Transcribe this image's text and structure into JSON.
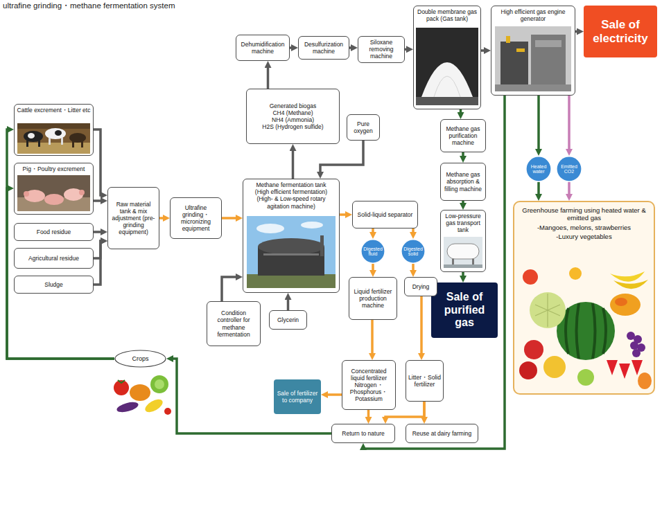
{
  "diagram": {
    "title": "ultrafine grinding・methane fermentation system",
    "nodes": [
      {
        "text": [
          "Cattle excrement・Litter etc"
        ]
      },
      {
        "text": [
          "Pig・Poultry excrement"
        ]
      },
      {
        "text": [
          "Food residue"
        ]
      },
      {
        "text": [
          "Agricultural residue"
        ]
      },
      {
        "text": [
          "Sludge"
        ]
      },
      {
        "text": [
          "Raw material tank & mix adjustment (pre-grinding equipment)"
        ]
      },
      {
        "text": [
          "Ultrafine grinding・micronizing equipment"
        ]
      },
      {
        "text": [
          "Dehumidification machine"
        ]
      },
      {
        "text": [
          "Desulfurization machine"
        ]
      },
      {
        "text": [
          "Siloxane removing machine"
        ]
      },
      {
        "text": [
          "Double membrane gas pack (Gas tank)"
        ]
      },
      {
        "text": [
          "High efficient gas engine generator"
        ]
      },
      {
        "text": [
          "Sale of electricity"
        ]
      },
      {
        "text": [
          "Generated biogas",
          "CH4 (Methane)",
          "NH4 (Ammonia)",
          "H2S (Hydrogen sulfide)"
        ]
      },
      {
        "text": [
          "Pure oxygen"
        ]
      },
      {
        "text": [
          "Methane fermentation tank",
          "(High efficient fermentation)",
          "(High- & Low-speed rotary agitation machine)"
        ]
      },
      {
        "text": [
          "Solid-liquid separator"
        ]
      },
      {
        "text": [
          "Methane gas purification machine"
        ]
      },
      {
        "text": [
          "Methane gas absorption & filling machine"
        ]
      },
      {
        "text": [
          "Low-pressure gas transport tank"
        ]
      },
      {
        "text": [
          "Sale of purified gas"
        ]
      },
      {
        "text": [
          "Digested fluid"
        ]
      },
      {
        "text": [
          "Digested solid"
        ]
      },
      {
        "text": [
          "Liquid fertilizer production machine"
        ]
      },
      {
        "text": [
          "Drying"
        ]
      },
      {
        "text": [
          "Condition controller for methane fermentation"
        ]
      },
      {
        "text": [
          "Glycerin"
        ]
      },
      {
        "text": [
          "Sale of fertilizer to company"
        ]
      },
      {
        "text": [
          "Concentrated liquid fertilizer",
          "Nitrogen・Phosphorus・Potassium"
        ]
      },
      {
        "text": [
          "Litter・Solid fertilizer"
        ]
      },
      {
        "text": [
          "Crops"
        ]
      },
      {
        "text": [
          "Return to nature"
        ]
      },
      {
        "text": [
          "Reuse at dairy farming"
        ]
      },
      {
        "text": [
          "Heated water"
        ]
      },
      {
        "text": [
          "Emitted CO2"
        ]
      },
      {
        "text": [
          "Greenhouse farming using heated water & emitted gas",
          "-Mangoes, melons, strawberries",
          "-Luxury vegetables"
        ]
      }
    ],
    "edges": [
      {
        "from": 0,
        "to": 5,
        "arrow": "to"
      },
      {
        "from": 1,
        "to": 5,
        "arrow": "to"
      },
      {
        "from": 2,
        "to": 5,
        "arrow": "to"
      },
      {
        "from": 3,
        "to": 5,
        "arrow": "to"
      },
      {
        "from": 4,
        "to": 5,
        "arrow": "to"
      },
      {
        "from": 30,
        "to": 0,
        "arrow": "to"
      },
      {
        "from": 30,
        "to": 1,
        "arrow": "to"
      },
      {
        "from": 5,
        "to": 6,
        "arrow": "to"
      },
      {
        "from": 6,
        "to": 15,
        "arrow": "to"
      },
      {
        "from": 15,
        "to": 13,
        "arrow": "to"
      },
      {
        "from": 13,
        "to": 7,
        "arrow": "to"
      },
      {
        "from": 7,
        "to": 8,
        "arrow": "to"
      },
      {
        "from": 8,
        "to": 9,
        "arrow": "to"
      },
      {
        "from": 9,
        "to": 10,
        "arrow": "to"
      },
      {
        "from": 10,
        "to": 11,
        "arrow": "to"
      },
      {
        "from": 11,
        "to": 12,
        "arrow": "to"
      },
      {
        "from": 14,
        "to": 15,
        "arrow": "to"
      },
      {
        "from": 25,
        "to": 15,
        "arrow": "to"
      },
      {
        "from": 26,
        "to": 15,
        "arrow": "to"
      },
      {
        "from": 15,
        "to": 16,
        "arrow": "to"
      },
      {
        "from": 10,
        "to": 17,
        "arrow": "to"
      },
      {
        "from": 17,
        "to": 18,
        "arrow": "to"
      },
      {
        "from": 18,
        "to": 19,
        "arrow": "to"
      },
      {
        "from": 19,
        "to": 20,
        "arrow": "to"
      },
      {
        "from": 16,
        "to": 21,
        "arrow": "to"
      },
      {
        "from": 16,
        "to": 22,
        "arrow": "to"
      },
      {
        "from": 21,
        "to": 23,
        "arrow": "to"
      },
      {
        "from": 22,
        "to": 24,
        "arrow": "to"
      },
      {
        "from": 23,
        "to": 28,
        "arrow": "to"
      },
      {
        "from": 24,
        "to": 29,
        "arrow": "to"
      },
      {
        "from": 28,
        "to": 27,
        "arrow": "to"
      },
      {
        "from": 28,
        "to": 31,
        "arrow": "to"
      },
      {
        "from": 29,
        "to": 31,
        "arrow": "to"
      },
      {
        "from": 29,
        "to": 32,
        "arrow": "to"
      },
      {
        "from": 11,
        "to": 33,
        "arrow": "to"
      },
      {
        "from": 33,
        "to": 35,
        "arrow": "to"
      },
      {
        "from": 11,
        "to": 34,
        "arrow": "to"
      },
      {
        "from": 34,
        "to": 35,
        "arrow": "to"
      },
      {
        "from": 11,
        "to": 31,
        "arrow": "to"
      },
      {
        "from": 31,
        "to": 30,
        "arrow": "to"
      }
    ]
  }
}
